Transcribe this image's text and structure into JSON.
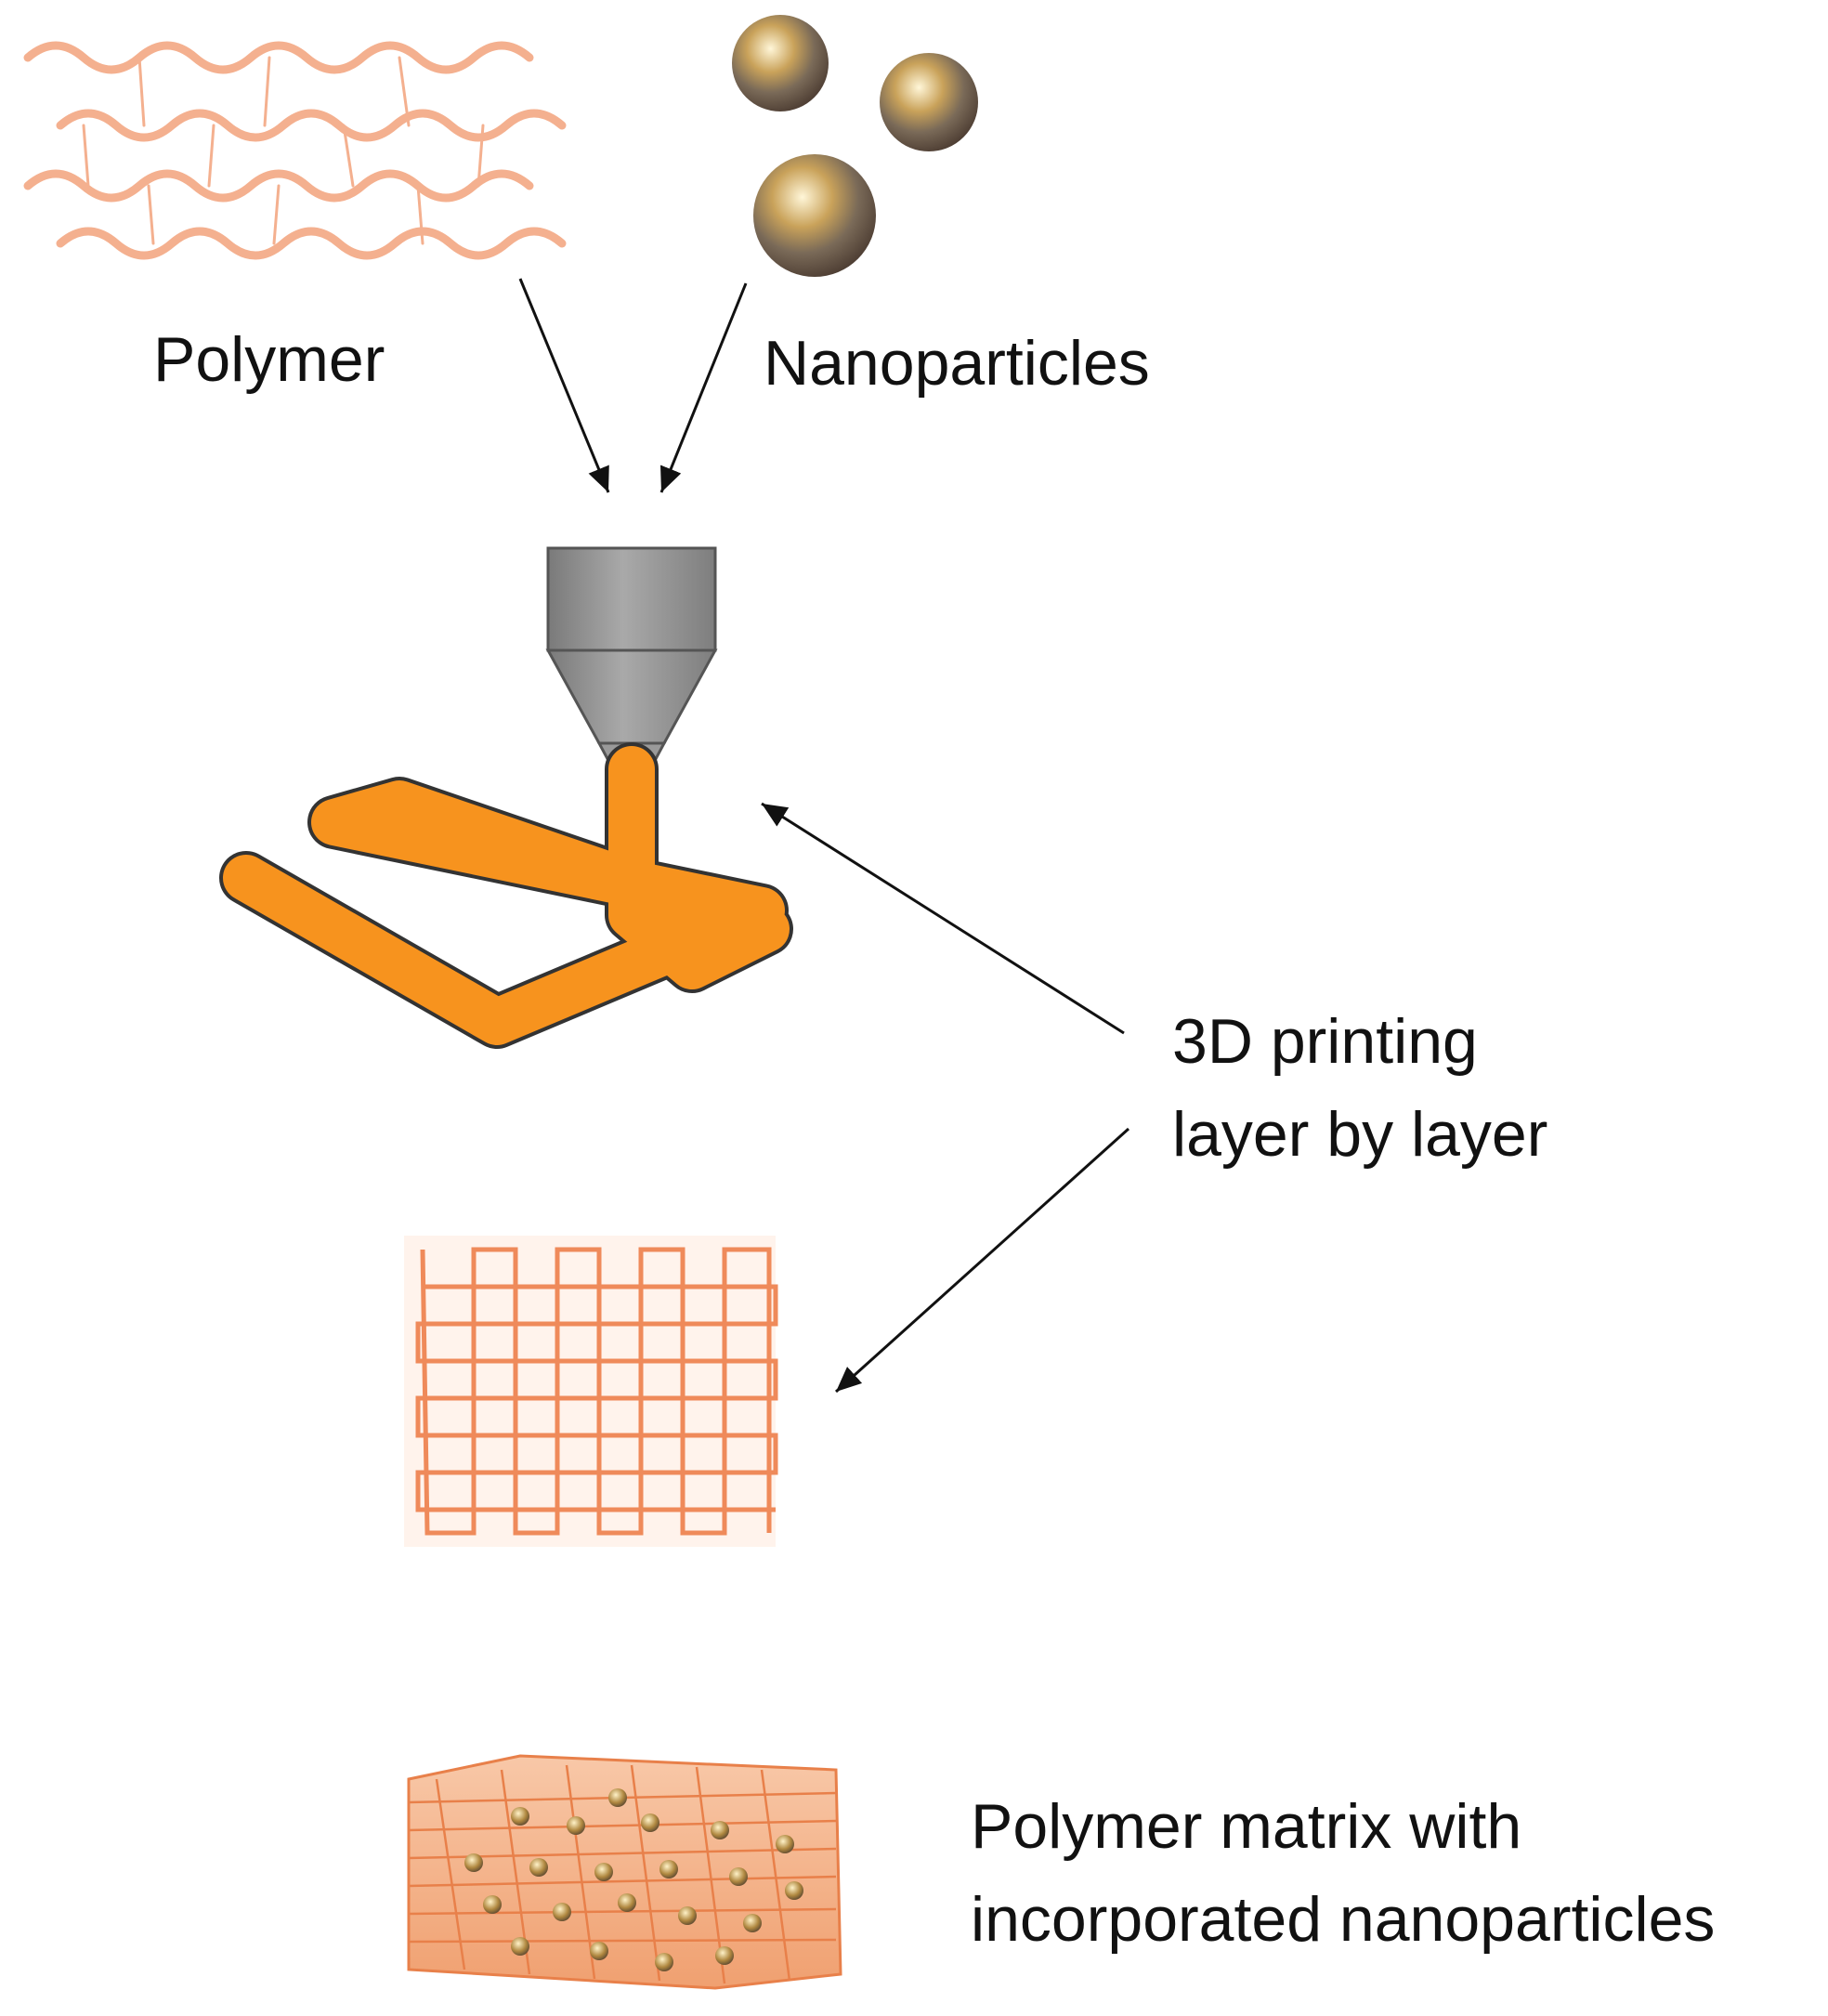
{
  "labels": {
    "polymer": "Polymer",
    "nanoparticles": "Nanoparticles",
    "printing_line1": "3D printing",
    "printing_line2": "layer by layer",
    "result_line1": "Polymer matrix with",
    "result_line2": "incorporated nanoparticles"
  },
  "colors": {
    "polymer_line": "#f4b08f",
    "grid_line": "#ef8a5a",
    "filament": "#f7931e",
    "nozzle": "#8c8c8c",
    "arrow": "#111111",
    "particle": "#c8a050"
  },
  "icons": [
    "polymer-chains-icon",
    "nanoparticle-icon",
    "nozzle-icon",
    "filament-icon",
    "scaffold-grid-icon",
    "composite-block-icon"
  ]
}
